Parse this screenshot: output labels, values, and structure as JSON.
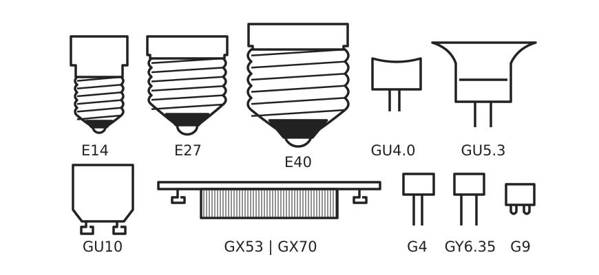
{
  "labels": {
    "e14": "E14",
    "e27": "E27",
    "e40": "E40",
    "gu40": "GU4.0",
    "gu53": "GU5.3",
    "gu10": "GU10",
    "gx53": "GX53 | GX70",
    "g4": "G4",
    "gy635": "GY6.35",
    "g9": "G9"
  },
  "colors": {
    "line": "#222222",
    "fill": "#ffffff"
  }
}
